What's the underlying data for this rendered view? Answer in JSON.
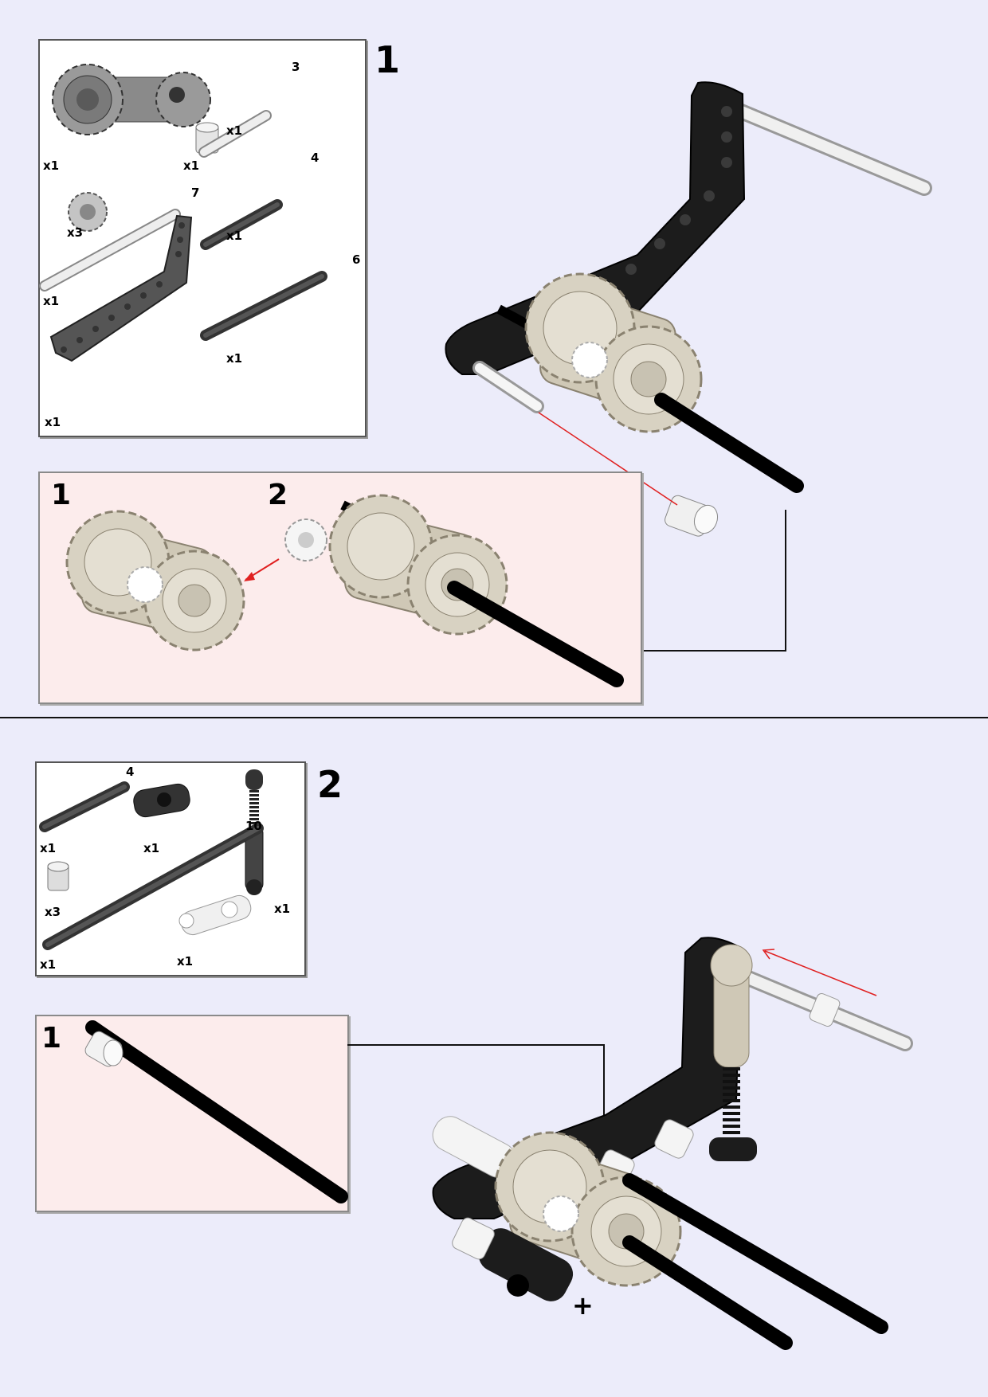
{
  "step1": {
    "number": "1",
    "parts": [
      {
        "name": "differential",
        "qty": "x1"
      },
      {
        "name": "bush",
        "qty": "x1"
      },
      {
        "name": "axle-3",
        "qty": "x1",
        "length": "3"
      },
      {
        "name": "bevel-gear-12",
        "qty": "x3"
      },
      {
        "name": "axle-4",
        "qty": "x1",
        "length": "4"
      },
      {
        "name": "axle-7",
        "qty": "x1",
        "length": "7"
      },
      {
        "name": "axle-6",
        "qty": "x1",
        "length": "6"
      },
      {
        "name": "bent-beam",
        "qty": "x1"
      }
    ],
    "substeps": [
      "1",
      "2"
    ]
  },
  "step2": {
    "number": "2",
    "parts": [
      {
        "name": "axle-4",
        "qty": "x1",
        "length": "4"
      },
      {
        "name": "axle-joiner",
        "qty": "x1"
      },
      {
        "name": "shock-absorber",
        "qty": "x1"
      },
      {
        "name": "axle-10",
        "qty": "x1",
        "length": "10"
      },
      {
        "name": "bush",
        "qty": "x3"
      },
      {
        "name": "cross-block",
        "qty": "x1"
      }
    ],
    "substeps": [
      "1"
    ]
  },
  "colors": {
    "background": "#ececfa",
    "parts_box": "#ffffff",
    "subassembly_box": "#fcecec",
    "tan": "#d8d2c2",
    "black": "#1a1a1a",
    "dark_gray": "#555555",
    "light_gray": "#e6e6e6",
    "arrow": "#e02020"
  }
}
